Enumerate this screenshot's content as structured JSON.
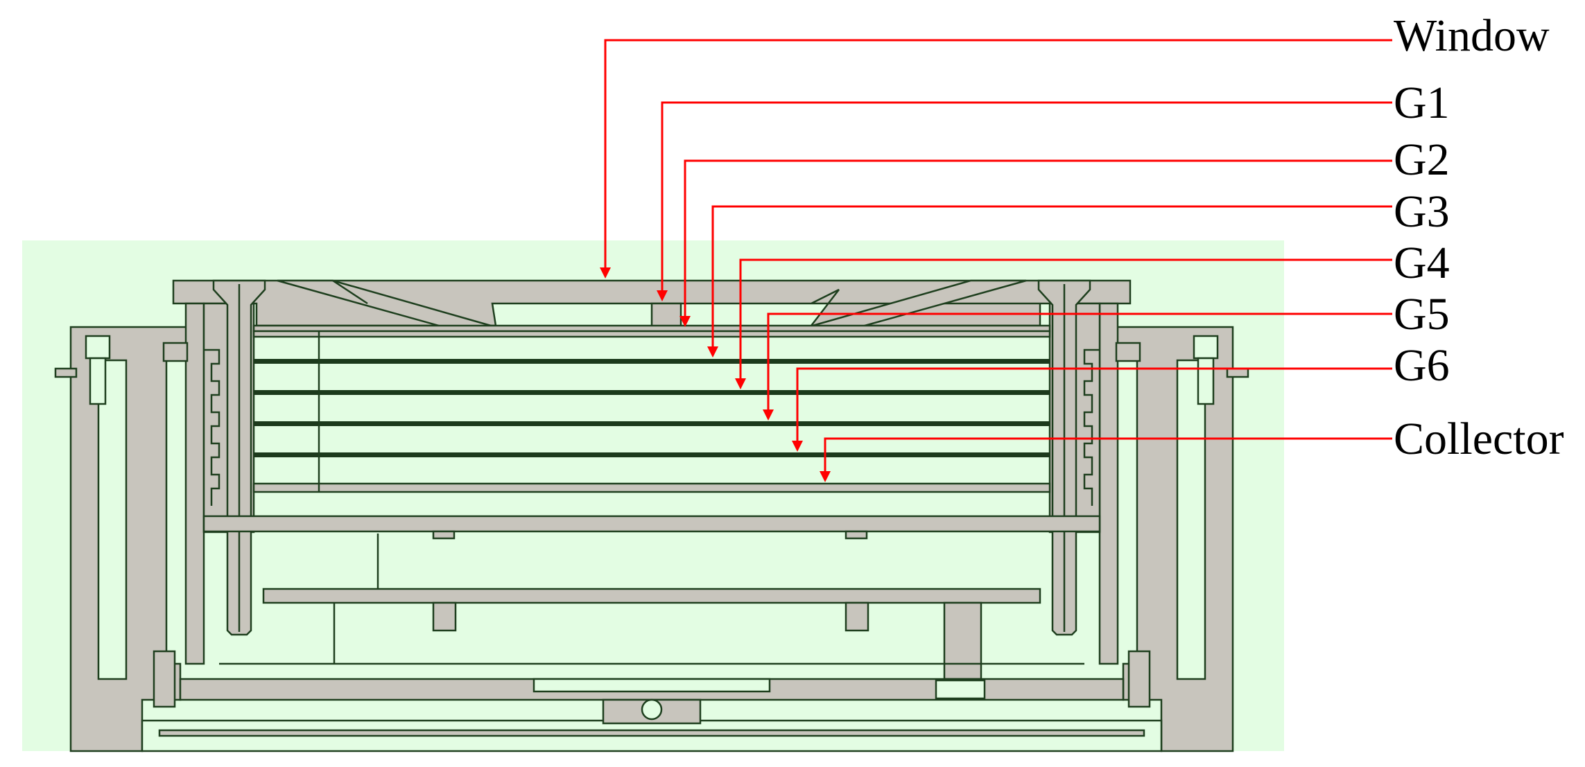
{
  "colors": {
    "background": "#ffffff",
    "section_fill": "#e3fde3",
    "metal": "#c8c5bd",
    "outline": "#1e3f1e",
    "leader": "#ff0000",
    "text": "#000000"
  },
  "labels": [
    {
      "id": "window",
      "text": "Window"
    },
    {
      "id": "g1",
      "text": "G1"
    },
    {
      "id": "g2",
      "text": "G2"
    },
    {
      "id": "g3",
      "text": "G3"
    },
    {
      "id": "g4",
      "text": "G4"
    },
    {
      "id": "g5",
      "text": "G5"
    },
    {
      "id": "g6",
      "text": "G6"
    },
    {
      "id": "collector",
      "text": "Collector"
    }
  ]
}
